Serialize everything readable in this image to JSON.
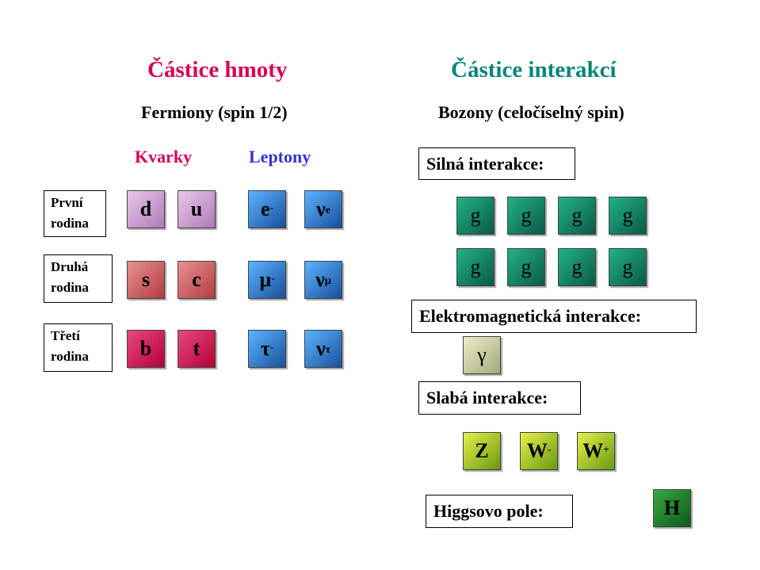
{
  "left": {
    "title": "Částice hmoty",
    "subtitle": "Fermiony (spin 1/2)",
    "col_quarks": "Kvarky",
    "col_leptons": "Leptony",
    "families": [
      {
        "line1": "První",
        "line2": "rodina"
      },
      {
        "line1": "Druhá",
        "line2": "rodina"
      },
      {
        "line1": "Třetí",
        "line2": "rodina"
      }
    ],
    "quarks": [
      [
        "d",
        "u"
      ],
      [
        "s",
        "c"
      ],
      [
        "b",
        "t"
      ]
    ],
    "leptons": [
      {
        "charged_base": "e",
        "charged_sup": "-",
        "neutrino_base": "ν",
        "neutrino_sub": "e"
      },
      {
        "charged_base": "μ",
        "charged_sup": "-",
        "neutrino_base": "ν",
        "neutrino_sub": "μ"
      },
      {
        "charged_base": "τ",
        "charged_sup": "-",
        "neutrino_base": "ν",
        "neutrino_sub": "τ"
      }
    ]
  },
  "right": {
    "title": "Částice interakcí",
    "subtitle": "Bozony (celočíselný spin)",
    "strong_label": "Silná interakce:",
    "gluons": [
      "g",
      "g",
      "g",
      "g",
      "g",
      "g",
      "g",
      "g"
    ],
    "em_label": "Elektromagnetická interakce:",
    "photon": "γ",
    "weak_label": "Slabá interakce:",
    "z": "Z",
    "w_minus_base": "W",
    "w_minus_sup": "-",
    "w_plus_base": "W",
    "w_plus_sup": "+",
    "higgs_label": "Higgsovo pole:",
    "higgs": "H"
  },
  "colors": {
    "title_left": "#d6005a",
    "title_right": "#00857a",
    "quarks_head": "#d6005a",
    "leptons_head": "#3333cc"
  }
}
